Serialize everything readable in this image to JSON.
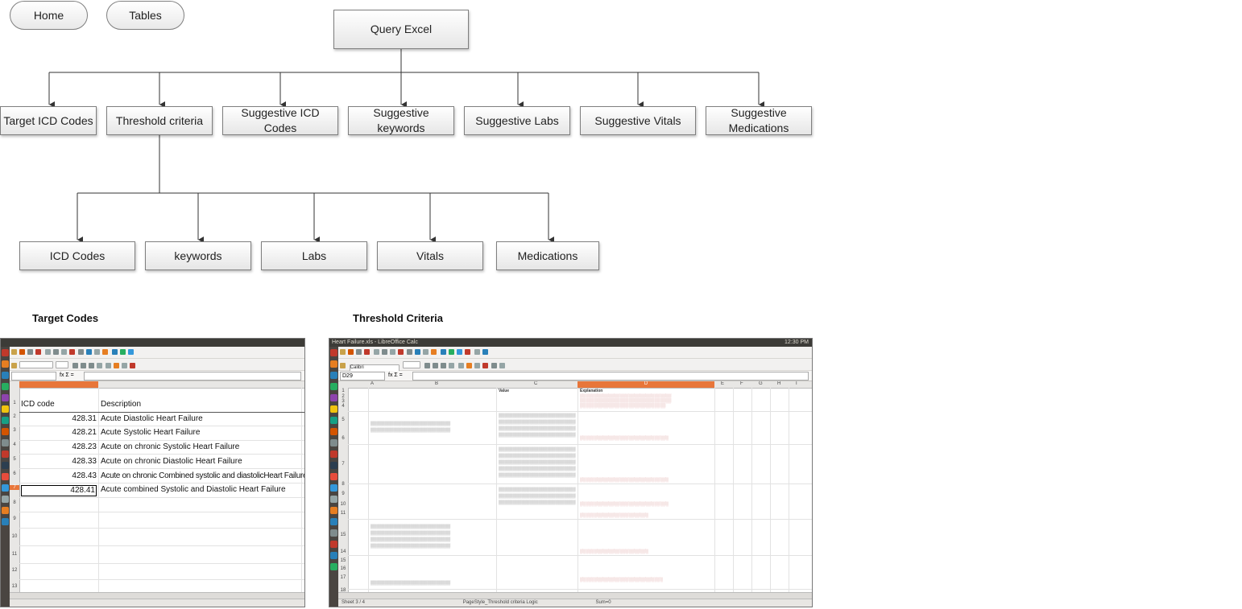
{
  "nav": {
    "home": "Home",
    "tables": "Tables"
  },
  "root": "Query Excel",
  "level1": [
    "Target ICD Codes",
    "Threshold criteria",
    "Suggestive ICD Codes",
    "Suggestive keywords",
    "Suggestive Labs",
    "Suggestive Vitals",
    "Suggestive Medications"
  ],
  "level2": [
    "ICD Codes",
    "keywords",
    "Labs",
    "Vitals",
    "Medications"
  ],
  "captions": {
    "target": "Target Codes",
    "threshold": "Threshold Criteria"
  },
  "left_sheet": {
    "headers": {
      "col1": "ICD code",
      "col2": "Description"
    },
    "rows": [
      {
        "code": "428.31",
        "desc": "Acute Diastolic Heart Failure"
      },
      {
        "code": "428.21",
        "desc": "Acute Systolic Heart Failure"
      },
      {
        "code": "428.23",
        "desc": "Acute on chronic Systolic Heart Failure"
      },
      {
        "code": "428.33",
        "desc": "Acute on chronic Diastolic Heart Failure"
      },
      {
        "code": "428.43",
        "desc": "Acute on chronic Combined systolic and diastolicHeart Failure"
      },
      {
        "code": "428.41",
        "desc": "Acute combined Systolic and Diastolic Heart Failure"
      }
    ]
  },
  "right_sheet": {
    "window_title": "Heart Failure.xls - LibreOffice Calc",
    "clock": "12:30 PM",
    "font_name": "Calibri",
    "cell_ref": "D29",
    "col_letters": [
      "A",
      "B",
      "C",
      "D",
      "E",
      "F",
      "G",
      "H",
      "I"
    ],
    "header_row": {
      "value": "Value",
      "explanation": "Explanation"
    },
    "status": "Sheet 3 / 4",
    "page_style": "PageStyle_Threshold criteria Logic",
    "sum": "Sum=0"
  },
  "colors": {
    "accent_orange": "#e8763a",
    "titlebar": "#3c3b37",
    "launcher": "#4a4541"
  }
}
